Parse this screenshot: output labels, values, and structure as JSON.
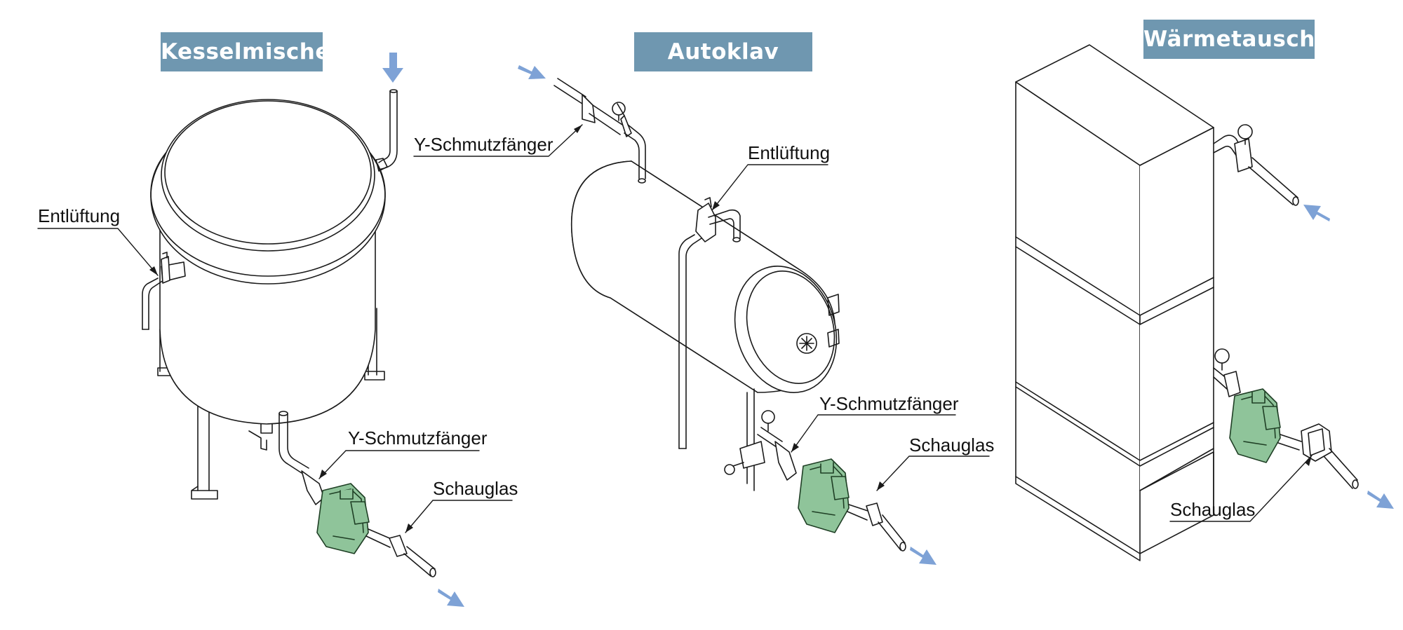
{
  "titles": {
    "kesselmischer": "Kesselmischer",
    "autoklav": "Autoklav",
    "waermetauscher": "Wärmetauscher"
  },
  "labels": {
    "vent": "Entlüftung",
    "strainer": "Y-Schmutzfänger",
    "sight_glass": "Schauglas"
  },
  "colors": {
    "title_bg": "#6f97b0",
    "title_text": "#ffffff",
    "trap_green": "#8fc49a",
    "flow_arrow": "#7ea2d6",
    "line": "#1a1a1a"
  }
}
